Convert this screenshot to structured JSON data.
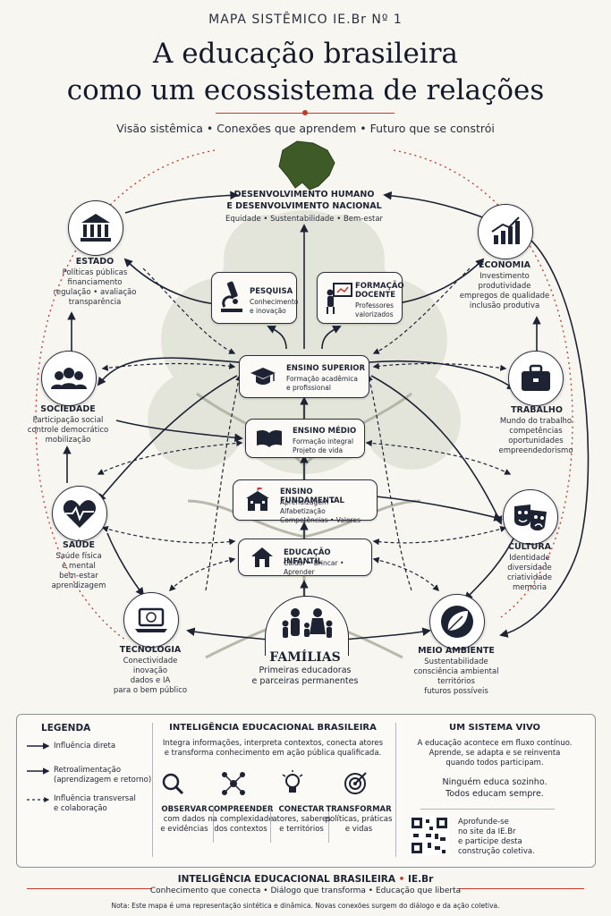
{
  "header": {
    "kicker": "MAPA SISTÊMICO IE.Br Nº 1",
    "title_line1": "A educação brasileira",
    "title_line2": "como um ecossistema de relações",
    "subtitle": "Visão sistêmica  •  Conexões que aprendem  •  Futuro que se constrói"
  },
  "center": {
    "title_line1": "DESENVOLVIMENTO HUMANO",
    "title_line2": "E DESENVOLVIMENTO NACIONAL",
    "desc": "Equidade • Sustentabilidade • Bem-estar"
  },
  "nodes": {
    "estado": {
      "title": "ESTADO",
      "desc1": "Políticas públicas",
      "desc2": "financiamento",
      "desc3": "regulação • avaliação",
      "desc4": "transparência"
    },
    "economia": {
      "title": "ECONOMIA",
      "desc1": "Investimento",
      "desc2": "produtividade",
      "desc3": "empregos de qualidade",
      "desc4": "inclusão produtiva"
    },
    "sociedade": {
      "title": "SOCIEDADE",
      "desc1": "Participação social",
      "desc2": "controle democrático",
      "desc3": "mobilização"
    },
    "trabalho": {
      "title": "TRABALHO",
      "desc1": "Mundo do trabalho",
      "desc2": "competências",
      "desc3": "oportunidades",
      "desc4": "empreendedorismo"
    },
    "saude": {
      "title": "SAÚDE",
      "desc1": "Saúde física",
      "desc2": "e mental",
      "desc3": "bem-estar",
      "desc4": "aprendizagem"
    },
    "cultura": {
      "title": "CULTURA",
      "desc1": "Identidade",
      "desc2": "diversidade",
      "desc3": "criatividade",
      "desc4": "memória"
    },
    "tecnologia": {
      "title": "TECNOLOGIA",
      "desc1": "Conectividade",
      "desc2": "inovação",
      "desc3": "dados e IA",
      "desc4": "para o bem público"
    },
    "meio_ambiente": {
      "title": "MEIO AMBIENTE",
      "desc1": "Sustentabilidade",
      "desc2": "consciência ambiental",
      "desc3": "territórios",
      "desc4": "futuros possíveis"
    },
    "familias": {
      "title": "FAMÍLIAS",
      "desc1": "Primeiras educadoras",
      "desc2": "e parceiras permanentes"
    }
  },
  "boxes": {
    "pesquisa": {
      "title": "PESQUISA",
      "desc1": "Conhecimento",
      "desc2": "e inovação"
    },
    "formacao": {
      "title1": "FORMAÇÃO",
      "title2": "DOCENTE",
      "desc1": "Professores",
      "desc2": "valorizados"
    },
    "superior": {
      "title": "ENSINO SUPERIOR",
      "desc1": "Formação acadêmica",
      "desc2": "e profissional"
    },
    "medio": {
      "title": "ENSINO MÉDIO",
      "desc1": "Formação integral",
      "desc2": "Projeto de vida"
    },
    "fundamental": {
      "title": "ENSINO FUNDAMENTAL",
      "desc1": "Aprendizagem • Alfabetização",
      "desc2": "Competências • Valores"
    },
    "infantil": {
      "title": "EDUCAÇÃO INFANTIL",
      "desc1": "Cuidar • Brincar • Aprender"
    }
  },
  "legend": {
    "heading": "LEGENDA",
    "item1": "Influência direta",
    "item2a": "Retroalimentação",
    "item2b": "(aprendizagem e retorno)",
    "item3a": "Influência transversal",
    "item3b": "e colaboração"
  },
  "intel": {
    "heading": "INTELIGÊNCIA EDUCACIONAL BRASILEIRA",
    "desc1": "Integra informações, interpreta contextos, conecta atores",
    "desc2": "e transforma conhecimento em ação pública qualificada.",
    "steps": [
      {
        "title": "OBSERVAR",
        "d1": "com dados",
        "d2": "e evidências"
      },
      {
        "title": "COMPREENDER",
        "d1": "na complexidade",
        "d2": "dos contextos"
      },
      {
        "title": "CONECTAR",
        "d1": "atores, saberes",
        "d2": "e territórios"
      },
      {
        "title": "TRANSFORMAR",
        "d1": "políticas, práticas",
        "d2": "e vidas"
      }
    ]
  },
  "vivo": {
    "heading": "UM SISTEMA VIVO",
    "d1": "A educação acontece em fluxo contínuo.",
    "d2": "Aprende, se adapta e se reinventa",
    "d3": "quando todos participam.",
    "q1": "Ninguém educa sozinho.",
    "q2": "Todos educam sempre.",
    "cta1": "Aprofunde-se",
    "cta2": "no site da IE.Br",
    "cta3": "e participe desta",
    "cta4": "construção coletiva."
  },
  "footer": {
    "brand": "INTELIGÊNCIA EDUCACIONAL BRASILEIRA",
    "brand2": "IE.Br",
    "tagline": "Conhecimento que conecta • Diálogo que transforma • Educação que liberta",
    "note": "Nota: Este mapa é uma representação sintética e dinâmica. Novas conexões surgem do diálogo e da ação coletiva."
  },
  "colors": {
    "ink": "#1e2333",
    "accent": "#c0392b",
    "map_green": "#3e5a26",
    "tree": "#cfd2c4"
  }
}
